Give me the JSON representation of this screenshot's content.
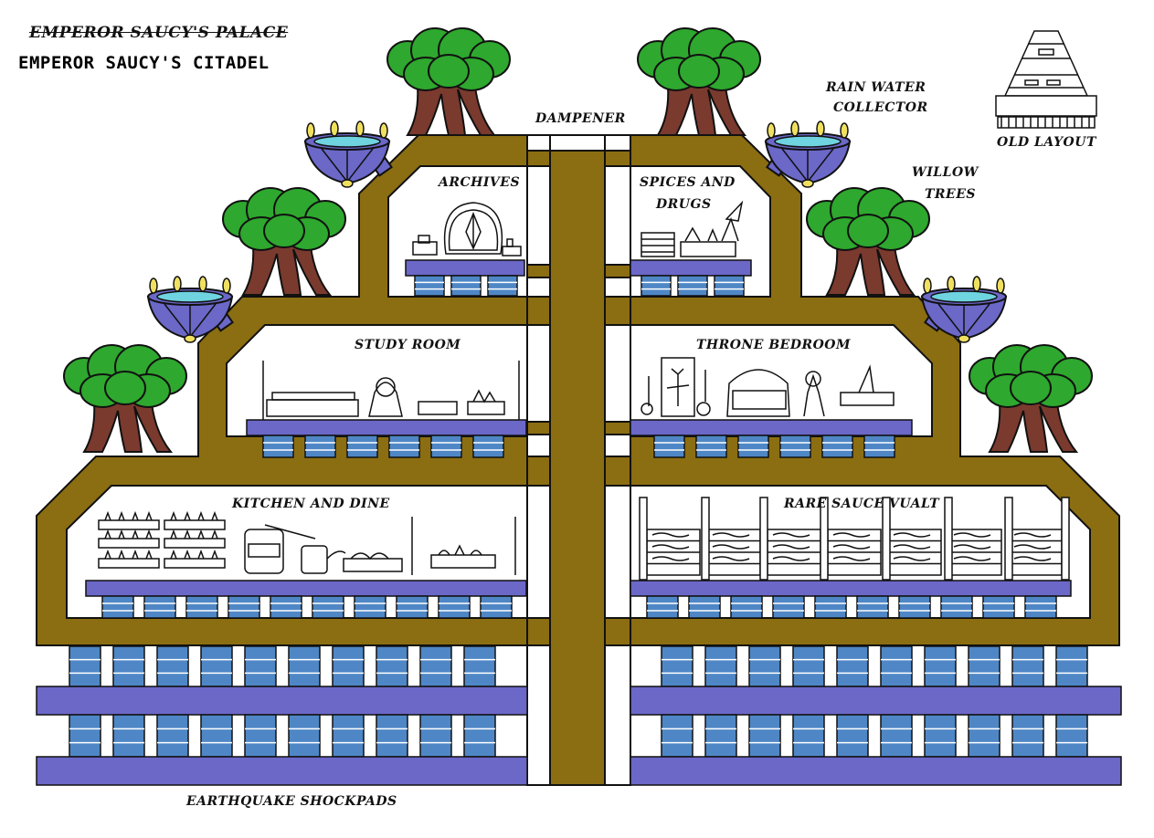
{
  "titles": {
    "old": "EMPEROR SAUCY'S PALACE",
    "current": "EMPEROR SAUCY'S CITADEL"
  },
  "labels": {
    "dampener": "DAMPENER",
    "rain_water_collector_line1": "RAIN WATER",
    "rain_water_collector_line2": "COLLECTOR",
    "old_layout": "OLD LAYOUT",
    "willow_trees_line1": "WILLOW",
    "willow_trees_line2": "TREES",
    "earthquake_shockpads": "EARTHQUAKE SHOCKPADS"
  },
  "rooms": {
    "archives": "ARCHIVES",
    "spices_line1": "SPICES AND",
    "spices_line2": "DRUGS",
    "study_room": "STUDY ROOM",
    "throne_bedroom": "THRONE BEDROOM",
    "kitchen": "KITCHEN AND DINE",
    "vault": "RARE SAUCE VUALT"
  },
  "colors": {
    "wall": "#8b6d12",
    "platform": "#6b68c8",
    "pad": "#4f87c6",
    "tree_leaf": "#2ea82e",
    "tree_trunk": "#7a3a2e",
    "bowl": "#6b68c8",
    "water": "#6fd3e0",
    "flame": "#f0e060"
  }
}
